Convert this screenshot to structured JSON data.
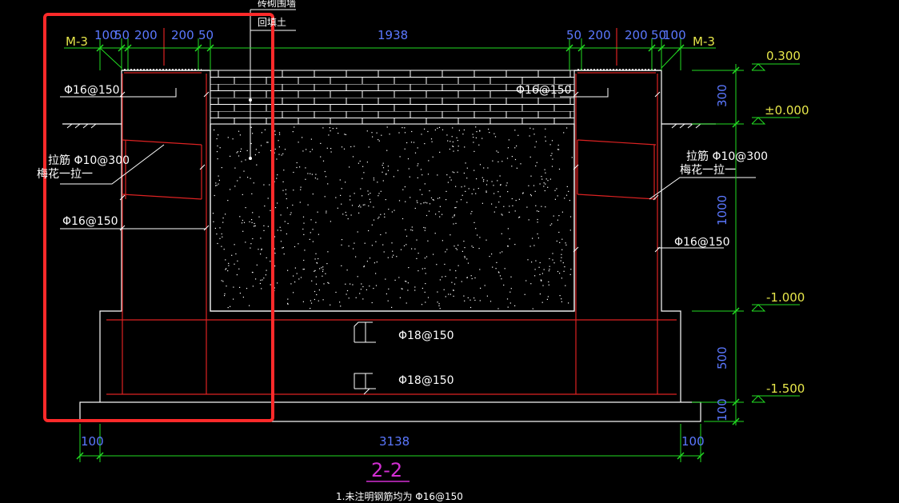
{
  "section": {
    "title": "2-2",
    "note": "1.未注明钢筋均为 Φ16@150"
  },
  "top_labels": {
    "label_a": "砖砌围墙",
    "label_b": "回填土"
  },
  "dims_top": {
    "left": [
      "100",
      "50",
      "200",
      "200",
      "50"
    ],
    "center": "1938",
    "right": [
      "50",
      "200",
      "200",
      "50",
      "100"
    ],
    "m3_left": "M-3",
    "m3_right": "M-3"
  },
  "dims_bottom": {
    "left": "100",
    "center": "3138",
    "right": "100"
  },
  "dims_right": {
    "d300": "300",
    "d1000": "1000",
    "d500": "500",
    "d100": "100"
  },
  "elevations": [
    "0.300",
    "±0.000",
    "-1.000",
    "-1.500"
  ],
  "rebar": {
    "left_top": "Φ16@150",
    "left_tie": "拉筋 Φ10@300",
    "left_tie_sub": "梅花一拉一",
    "left_lower": "Φ16@150",
    "right_top": "Φ16@150",
    "right_tie": "拉筋 Φ10@300",
    "right_tie_sub": "梅花一拉一",
    "right_lower": "Φ16@150",
    "base_upper": "Φ18@150",
    "base_lower": "Φ18@150"
  },
  "colors": {
    "outline": "#ffffff",
    "dimension": "#22dd22",
    "rebar": "#dd2222",
    "highlight": "#ff2a2a",
    "title": "#d22fd2"
  }
}
